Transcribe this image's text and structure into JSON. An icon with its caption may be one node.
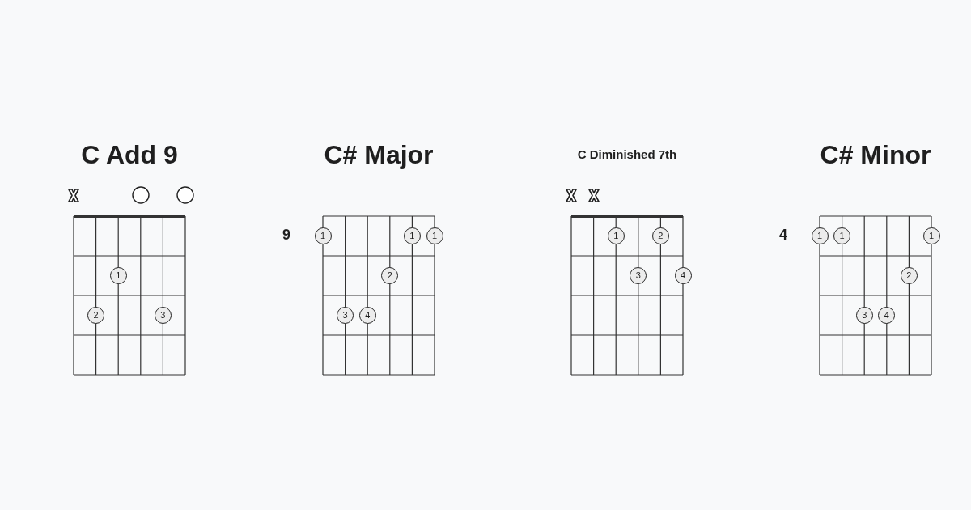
{
  "diagram": {
    "nodes": [
      {
        "text": [
          "C Add 9"
        ]
      },
      {
        "text": [
          "1"
        ],
        "in": 0
      },
      {
        "text": [
          "2"
        ],
        "in": 0
      },
      {
        "text": [
          "3"
        ],
        "in": 0
      },
      {
        "text": [
          "C# Major"
        ],
        "beside": [
          "9"
        ]
      },
      {
        "text": [
          "1"
        ],
        "in": 4
      },
      {
        "text": [
          "1"
        ],
        "in": 4
      },
      {
        "text": [
          "1"
        ],
        "in": 4
      },
      {
        "text": [
          "2"
        ],
        "in": 4
      },
      {
        "text": [
          "3"
        ],
        "in": 4
      },
      {
        "text": [
          "4"
        ],
        "in": 4
      },
      {
        "text": [
          "C Diminished 7th"
        ]
      },
      {
        "text": [
          "1"
        ],
        "in": 11
      },
      {
        "text": [
          "2"
        ],
        "in": 11
      },
      {
        "text": [
          "3"
        ],
        "in": 11
      },
      {
        "text": [
          "4"
        ],
        "in": 11
      },
      {
        "text": [
          "C# Minor"
        ],
        "beside": [
          "4"
        ]
      },
      {
        "text": [
          "1"
        ],
        "in": 16
      },
      {
        "text": [
          "1"
        ],
        "in": 16
      },
      {
        "text": [
          "1"
        ],
        "in": 16
      },
      {
        "text": [
          "2"
        ],
        "in": 16
      },
      {
        "text": [
          "3"
        ],
        "in": 16
      },
      {
        "text": [
          "4"
        ],
        "in": 16
      }
    ]
  }
}
